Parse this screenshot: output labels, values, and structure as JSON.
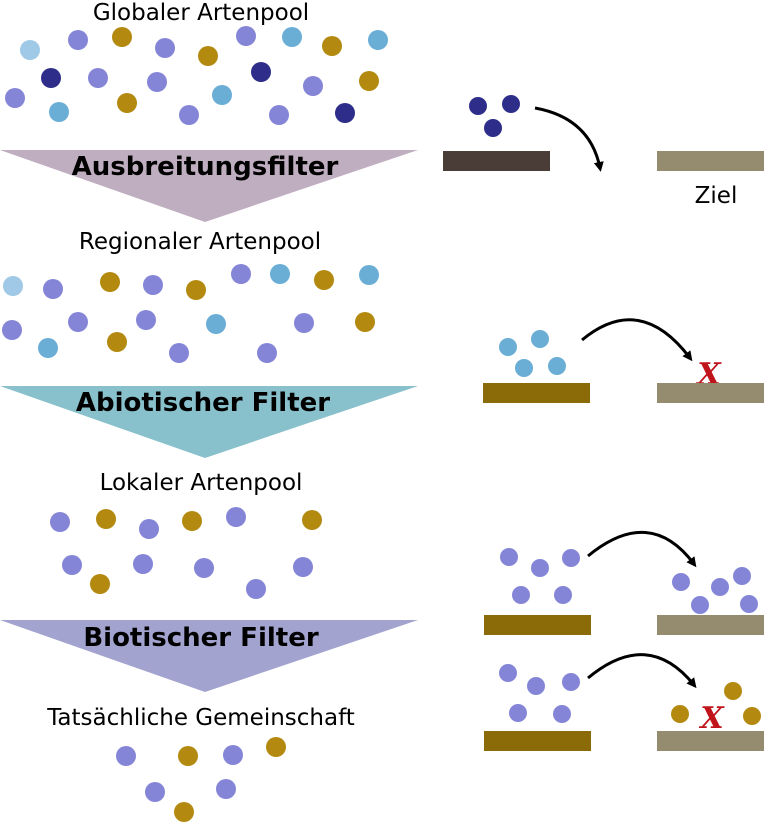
{
  "colors": {
    "dark_blue": "#2e2e8a",
    "purple": "#8585d8",
    "light_blue": "#6aaed6",
    "pale_blue": "#9fc9e6",
    "gold": "#b38a0f",
    "dispersal_filter": "#bfaec0",
    "abiotic_filter": "#88c0cc",
    "biotic_filter": "#a3a3cf",
    "source_dark": "#4a3d38",
    "source_brown": "#8b6a08",
    "target": "#958c6f",
    "cross": "#c0141c"
  },
  "pools": {
    "global": "Globaler Artenpool",
    "regional": "Regionaler Artenpool",
    "local": "Lokaler Artenpool",
    "actual": "Tatsächliche Gemeinschaft"
  },
  "filters": {
    "dispersal": "Ausbreitungsfilter",
    "abiotic": "Abiotischer Filter",
    "biotic": "Biotischer Filter"
  },
  "target_label": "Ziel",
  "cross_symbol": "X"
}
